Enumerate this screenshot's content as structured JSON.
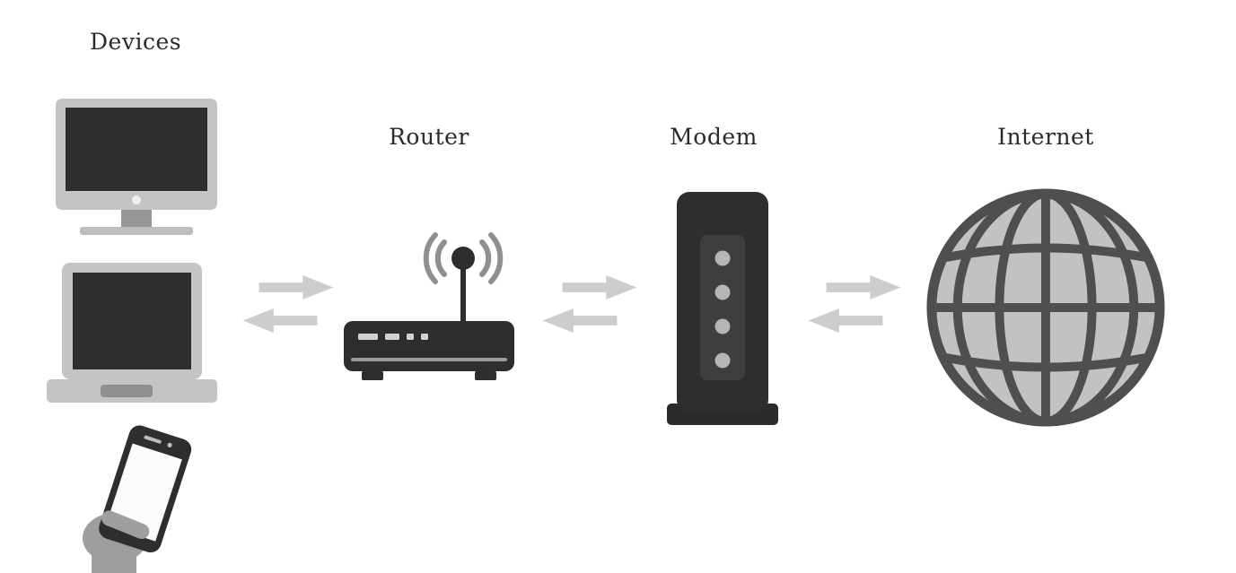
{
  "diagram": {
    "type": "network-flow",
    "nodes": [
      {
        "id": "devices",
        "label": "Devices",
        "icons": [
          "desktop-monitor-icon",
          "laptop-icon",
          "smartphone-in-hand-icon"
        ]
      },
      {
        "id": "router",
        "label": "Router",
        "icons": [
          "wireless-router-icon"
        ]
      },
      {
        "id": "modem",
        "label": "Modem",
        "icons": [
          "modem-icon"
        ]
      },
      {
        "id": "internet",
        "label": "Internet",
        "icons": [
          "internet-globe-icon"
        ]
      }
    ],
    "connections": [
      {
        "from": "devices",
        "to": "router",
        "direction": "bidirectional",
        "icons": [
          "arrow-right-icon",
          "arrow-left-icon"
        ]
      },
      {
        "from": "router",
        "to": "modem",
        "direction": "bidirectional",
        "icons": [
          "arrow-right-icon",
          "arrow-left-icon"
        ]
      },
      {
        "from": "modem",
        "to": "internet",
        "direction": "bidirectional",
        "icons": [
          "arrow-right-icon",
          "arrow-left-icon"
        ]
      }
    ],
    "colors": {
      "background": "#ffffff",
      "device_dark": "#2e2e2e",
      "device_light": "#c4c4c4",
      "stand_gray": "#969696",
      "hand_gray": "#9e9e9e",
      "arrow_gray": "#cdcdcd",
      "led_gray": "#b5b5b5",
      "globe_fill": "#c2c2c2",
      "globe_line": "#4f4f4f",
      "label_text": "#2a2a2a"
    }
  }
}
